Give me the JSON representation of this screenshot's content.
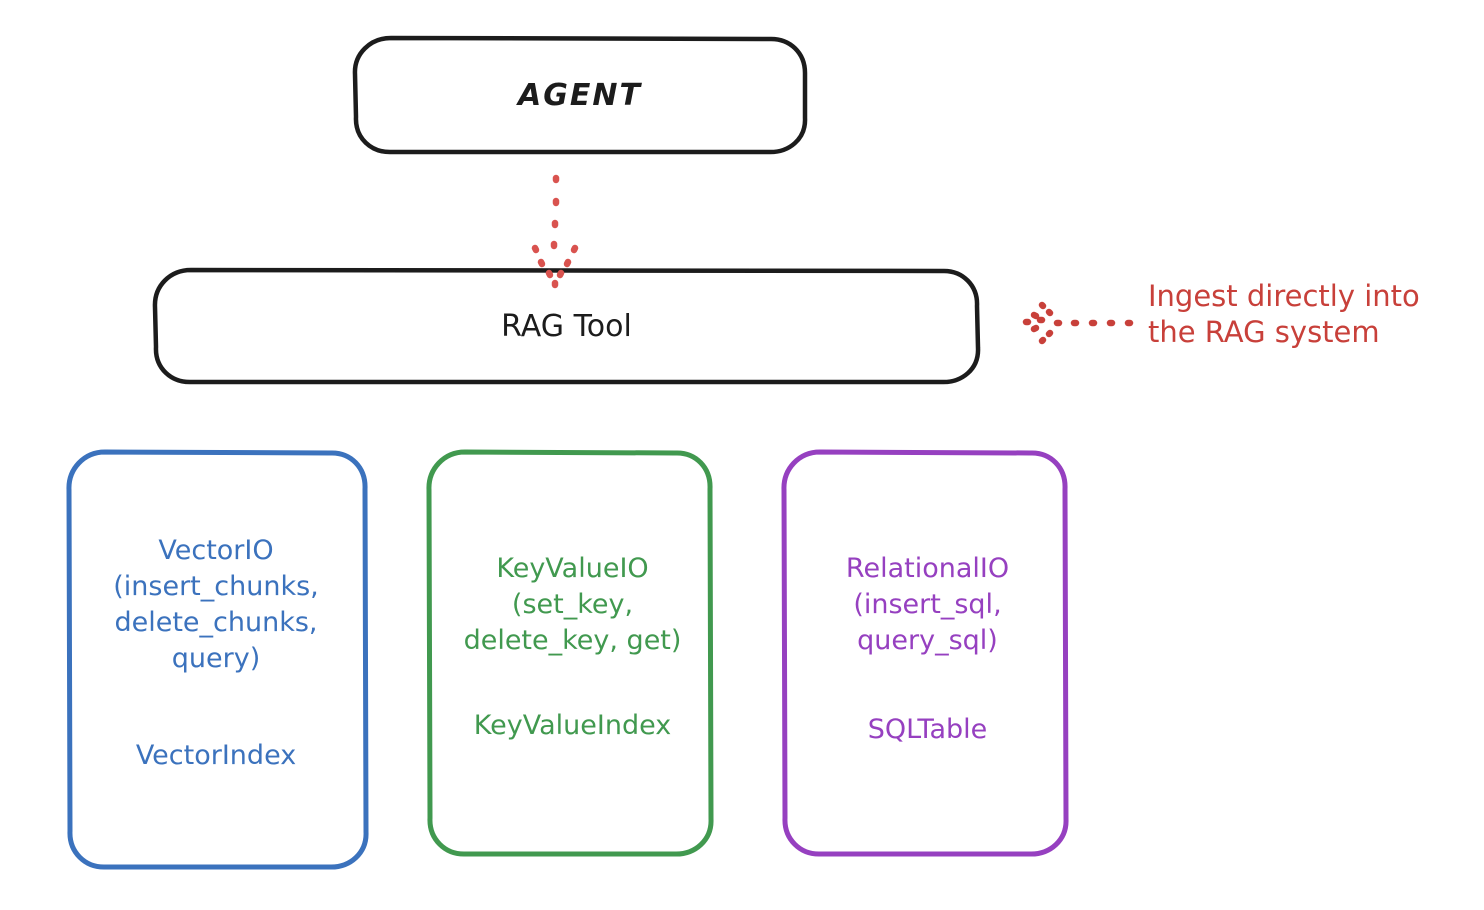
{
  "diagram": {
    "title_nodes": {
      "agent": {
        "label": "AGENT"
      },
      "rag_tool": {
        "label": "RAG Tool"
      }
    },
    "leaf_nodes": [
      {
        "id": "vector",
        "interface": "VectorIO\n(insert_chunks,\ndelete_chunks,\nquery)",
        "index": "VectorIndex",
        "color": "#3b72bd"
      },
      {
        "id": "keyvalue",
        "interface": "KeyValueIO\n(set_key,\ndelete_key, get)",
        "index": "KeyValueIndex",
        "color": "#41994f"
      },
      {
        "id": "relational",
        "interface": "RelationalIO\n(insert_sql,\nquery_sql)",
        "index": "SQLTable",
        "color": "#9640c0"
      }
    ],
    "annotation": {
      "text": "Ingest directly into\nthe RAG system",
      "color": "#c8403a"
    },
    "colors": {
      "stroke_black": "#1c1c1c",
      "accent_red": "#c8403a",
      "accent_blue": "#3b72bd",
      "accent_green": "#41994f",
      "accent_purple": "#9640c0",
      "background": "#ffffff"
    }
  }
}
